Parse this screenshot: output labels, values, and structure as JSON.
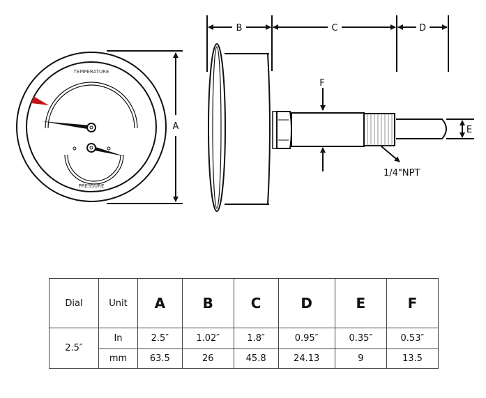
{
  "diagram": {
    "dial_labels": {
      "top": "TEMPERATURE",
      "bottom": "PRESSURE"
    },
    "dimension_labels": {
      "A": "A",
      "B": "B",
      "C": "C",
      "D": "D",
      "E": "E",
      "F": "F"
    },
    "thread_label": "1/4\"NPT",
    "colors": {
      "line": "#111111",
      "pointer": "#c0141b"
    }
  },
  "table": {
    "headers": [
      "Dial",
      "Unit",
      "A",
      "B",
      "C",
      "D",
      "E",
      "F"
    ],
    "dial": "2.5″",
    "rows": [
      {
        "unit": "In",
        "values": [
          "2.5″",
          "1.02″",
          "1.8″",
          "0.95″",
          "0.35″",
          "0.53″"
        ]
      },
      {
        "unit": "mm",
        "values": [
          "63.5",
          "26",
          "45.8",
          "24.13",
          "9",
          "13.5"
        ]
      }
    ]
  }
}
